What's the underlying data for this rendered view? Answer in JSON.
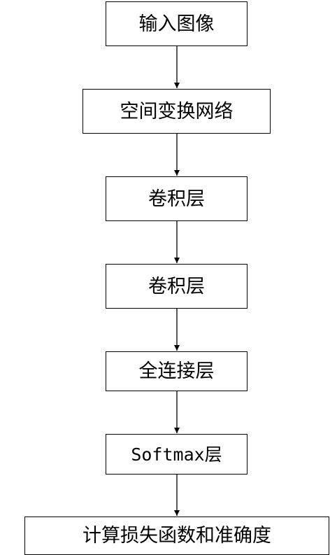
{
  "flowchart": {
    "nodes": [
      {
        "id": "input-image",
        "label": "输入图像"
      },
      {
        "id": "spatial-transformer",
        "label": "空间变换网络"
      },
      {
        "id": "conv-layer-1",
        "label": "卷积层"
      },
      {
        "id": "conv-layer-2",
        "label": "卷积层"
      },
      {
        "id": "fully-connected",
        "label": "全连接层"
      },
      {
        "id": "softmax",
        "label": "Softmax层"
      },
      {
        "id": "loss-accuracy",
        "label": "计算损失函数和准确度"
      }
    ],
    "edges": [
      {
        "from": "input-image",
        "to": "spatial-transformer"
      },
      {
        "from": "spatial-transformer",
        "to": "conv-layer-1"
      },
      {
        "from": "conv-layer-1",
        "to": "conv-layer-2"
      },
      {
        "from": "conv-layer-2",
        "to": "fully-connected"
      },
      {
        "from": "fully-connected",
        "to": "softmax"
      },
      {
        "from": "softmax",
        "to": "loss-accuracy"
      }
    ]
  }
}
